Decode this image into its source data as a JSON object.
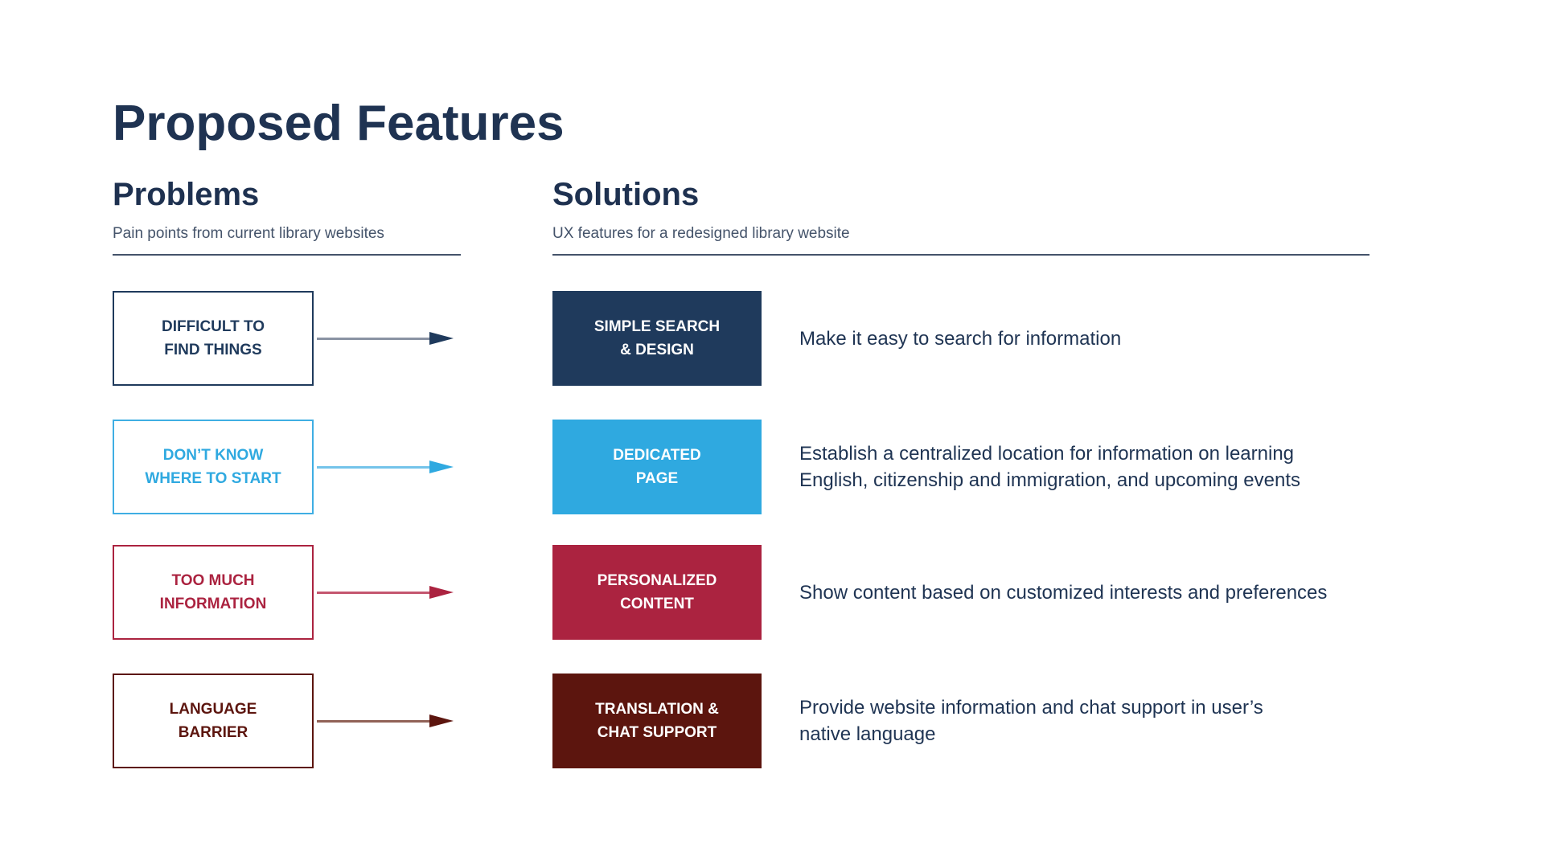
{
  "slide_title": "Proposed Features",
  "columns": {
    "problems": {
      "heading": "Problems",
      "subtitle": "Pain points from current library websites"
    },
    "solutions": {
      "heading": "Solutions",
      "subtitle": "UX features for a redesigned library website"
    }
  },
  "rows": [
    {
      "problem_label": "DIFFICULT TO\nFIND THINGS",
      "solution_label": "SIMPLE SEARCH\n& DESIGN",
      "description": "Make it easy to search for information",
      "accent_color": "#1F3A5C"
    },
    {
      "problem_label": "DON’T KNOW\nWHERE TO START",
      "solution_label": "DEDICATED\nPAGE",
      "description": "Establish a centralized location for information on learning\nEnglish, citizenship and immigration, and upcoming events",
      "accent_color": "#2FA9E0"
    },
    {
      "problem_label": "TOO MUCH\nINFORMATION",
      "solution_label": "PERSONALIZED\nCONTENT",
      "description": "Show content based on customized interests and preferences",
      "accent_color": "#AB2340"
    },
    {
      "problem_label": "LANGUAGE\nBARRIER",
      "solution_label": "TRANSLATION &\nCHAT SUPPORT",
      "description": "Provide website information and chat support in user’s\nnative language",
      "accent_color": "#5C150E"
    }
  ],
  "text_colors": {
    "title": "#1F3352",
    "heading": "#1E3150",
    "subtitle": "#44536A",
    "description": "#1F3453"
  }
}
